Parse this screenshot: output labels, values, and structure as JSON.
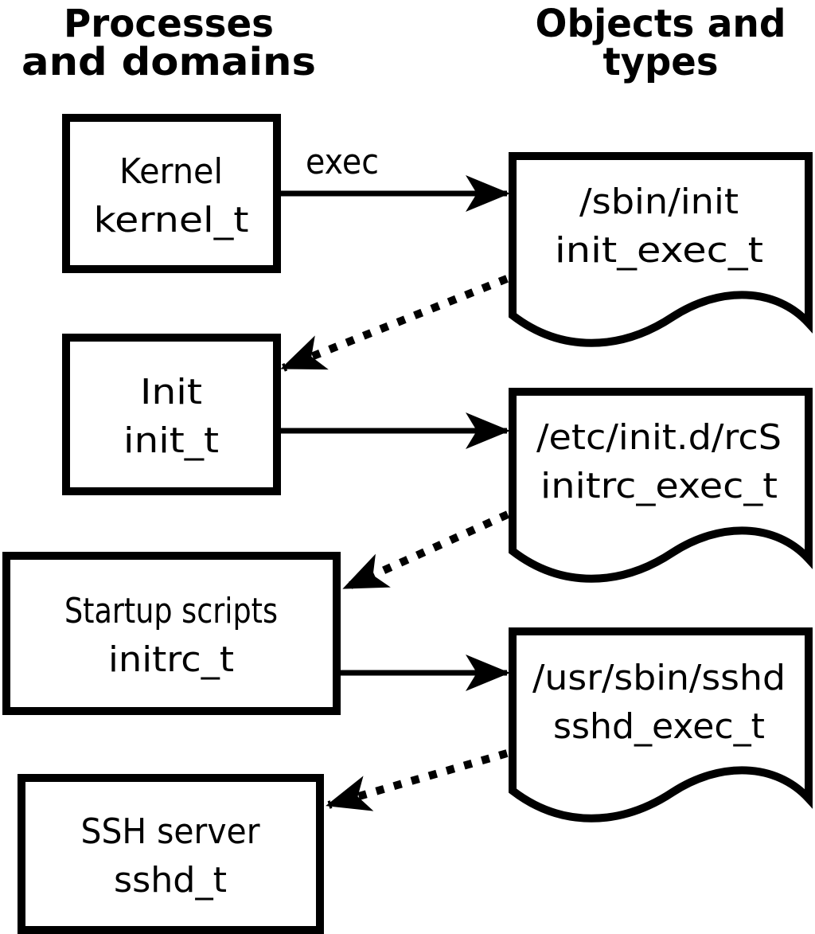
{
  "columns": {
    "left": {
      "line1": "Processes",
      "line2": "and domains"
    },
    "right": {
      "line1": "Objects and",
      "line2": "types"
    }
  },
  "processes": [
    {
      "name": "Kernel",
      "domain": "kernel_t"
    },
    {
      "name": "Init",
      "domain": "init_t"
    },
    {
      "name": "Startup scripts",
      "domain": "initrc_t"
    },
    {
      "name": "SSH server",
      "domain": "sshd_t"
    }
  ],
  "objects": [
    {
      "path": "/sbin/init",
      "type": "init_exec_t"
    },
    {
      "path": "/etc/init.d/rcS",
      "type": "initrc_exec_t"
    },
    {
      "path": "/usr/sbin/sshd",
      "type": "sshd_exec_t"
    }
  ],
  "edges": {
    "exec_label": "exec",
    "solid": [
      {
        "from": "kernel_t",
        "to": "init_exec_t",
        "label": "exec"
      },
      {
        "from": "init_t",
        "to": "initrc_exec_t",
        "label": ""
      },
      {
        "from": "initrc_t",
        "to": "sshd_exec_t",
        "label": ""
      }
    ],
    "dotted": [
      {
        "from": "init_exec_t",
        "to": "init_t"
      },
      {
        "from": "initrc_exec_t",
        "to": "initrc_t"
      },
      {
        "from": "sshd_exec_t",
        "to": "sshd_t"
      }
    ]
  },
  "colors": {
    "ink": "#000000",
    "background": "#ffffff"
  }
}
